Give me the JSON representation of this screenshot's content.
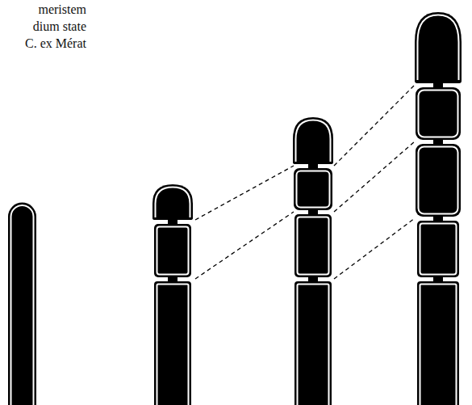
{
  "diagram": {
    "labels": [
      "meristem",
      "dium state",
      "C. ex Mérat"
    ]
  }
}
